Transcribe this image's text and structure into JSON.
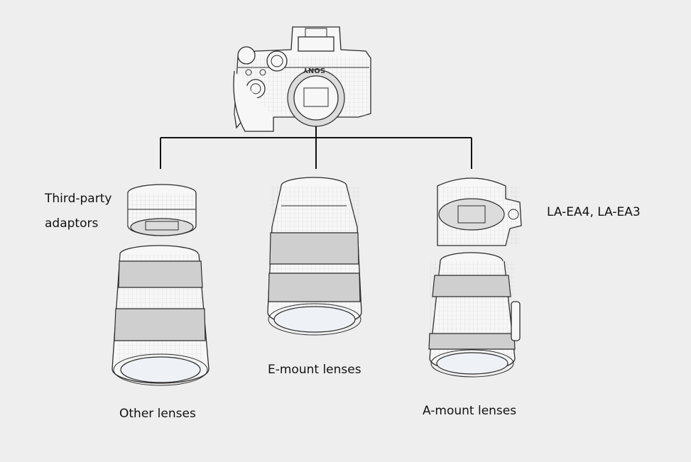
{
  "labels": {
    "third_party_line1": "Third-party",
    "third_party_line2": "adaptors",
    "la_ea": "LA-EA4, LA-EA3",
    "e_mount": "E-mount lenses",
    "other": "Other lenses",
    "a_mount": "A-mount lenses"
  },
  "camera_brand": "SONY"
}
